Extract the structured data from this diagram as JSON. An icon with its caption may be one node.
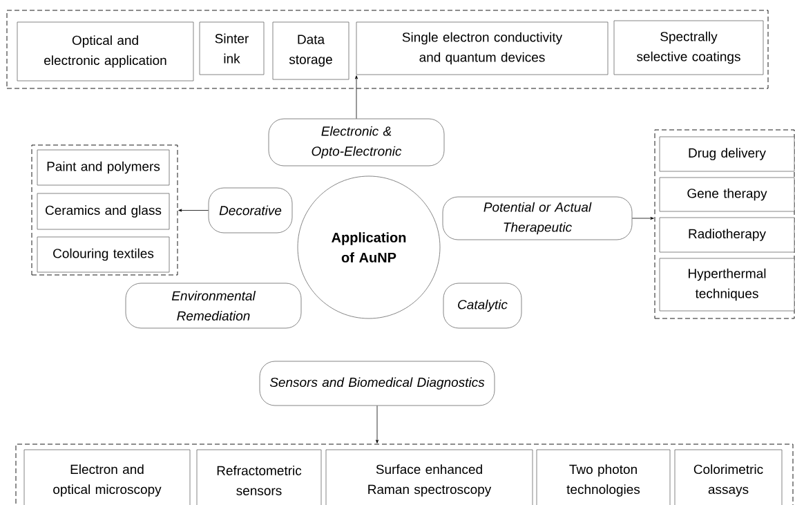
{
  "diagram": {
    "nodes": [
      {
        "text": [],
        "shape": "box"
      },
      {
        "text": [
          "Optical and electronic application"
        ],
        "in": 0
      },
      {
        "text": [
          "Sinter ink"
        ],
        "in": 0
      },
      {
        "text": [
          "Data storage"
        ],
        "in": 0
      },
      {
        "text": [
          "Single electron conductivity and quantum devices"
        ],
        "in": 0
      },
      {
        "text": [
          "Spectrally selective coatings"
        ],
        "in": 0
      },
      {
        "text": [
          "Electronic & Opto-Electronic"
        ]
      },
      {
        "text": [],
        "shape": "box"
      },
      {
        "text": [
          "Paint and polymers"
        ],
        "in": 7
      },
      {
        "text": [
          "Ceramics and glass"
        ],
        "in": 7
      },
      {
        "text": [
          "Colouring textiles"
        ],
        "in": 7
      },
      {
        "text": [
          "Decorative"
        ]
      },
      {
        "text": [
          "Application of AuNP"
        ]
      },
      {
        "text": [
          "Potential or Actual Therapeutic"
        ]
      },
      {
        "text": [],
        "shape": "box"
      },
      {
        "text": [
          "Drug delivery"
        ],
        "in": 14
      },
      {
        "text": [
          "Gene therapy"
        ],
        "in": 14
      },
      {
        "text": [
          "Radiotherapy"
        ],
        "in": 14
      },
      {
        "text": [
          "Hyperthermal techniques"
        ],
        "in": 14
      },
      {
        "text": [
          "Environmental Remediation"
        ]
      },
      {
        "text": [
          "Catalytic"
        ]
      },
      {
        "text": [
          "Sensors and Biomedical Diagnostics"
        ]
      },
      {
        "text": [],
        "shape": "box"
      },
      {
        "text": [
          "Electron and optical microscopy"
        ],
        "in": 22
      },
      {
        "text": [
          "Refractometric sensors"
        ],
        "in": 22
      },
      {
        "text": [
          "Surface enhanced Raman spectroscopy"
        ],
        "in": 22
      },
      {
        "text": [
          "Two photon technologies"
        ],
        "in": 22
      },
      {
        "text": [
          "Colorimetric assays"
        ],
        "in": 22
      }
    ],
    "edges": [
      {
        "from": 6,
        "to": 4,
        "arrow": "to"
      },
      {
        "from": 11,
        "to": 7,
        "arrow": "to"
      },
      {
        "from": 13,
        "to": 14,
        "arrow": "to"
      },
      {
        "from": 21,
        "to": 22,
        "arrow": "to"
      }
    ]
  }
}
